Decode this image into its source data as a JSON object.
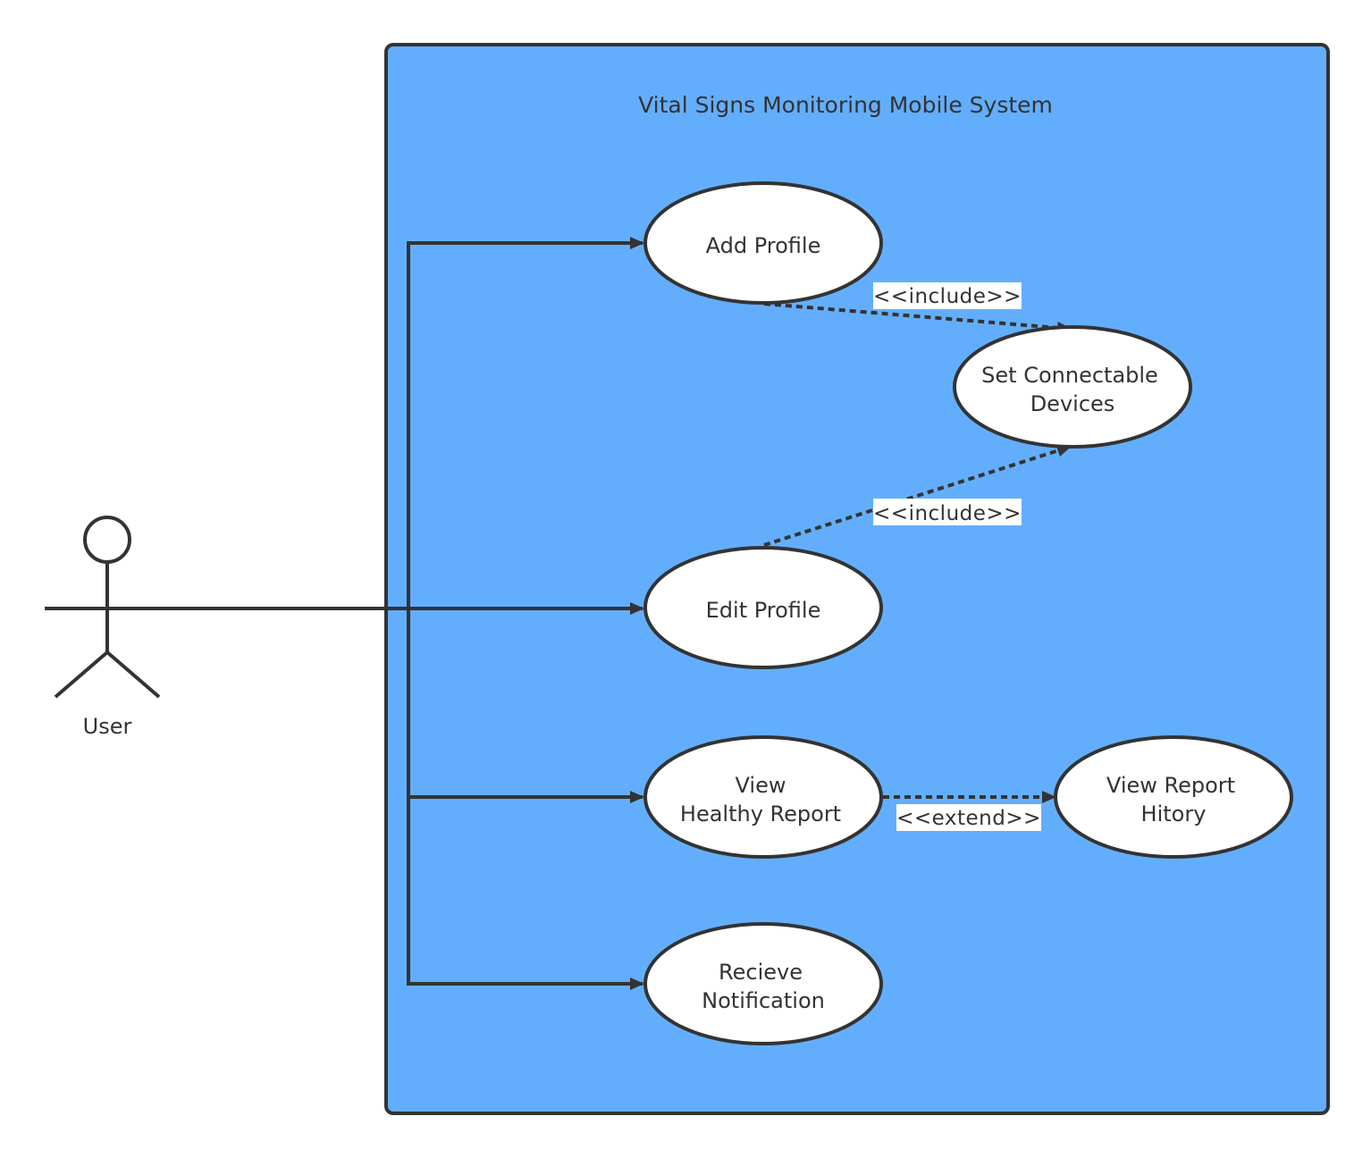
{
  "system": {
    "title": "Vital Signs Monitoring Mobile System",
    "fill_color": "#63aefc",
    "border_color": "#333333"
  },
  "actor": {
    "label": "User"
  },
  "use_cases": {
    "add_profile": [
      "Add Profile"
    ],
    "set_devices": [
      "Set Connectable",
      "Devices"
    ],
    "edit_profile": [
      "Edit Profile"
    ],
    "view_report": [
      "View",
      "Healthy Report"
    ],
    "view_history": [
      "View Report",
      "Hitory"
    ],
    "receive_notification": [
      "Recieve",
      "Notification"
    ]
  },
  "relationships": {
    "include_1": "<<include>>",
    "include_2": "<<include>>",
    "extend_1": "<<extend>>"
  },
  "colors": {
    "ellipse_fill": "#ffffff",
    "line": "#333333",
    "label_bg": "#ffffff"
  }
}
